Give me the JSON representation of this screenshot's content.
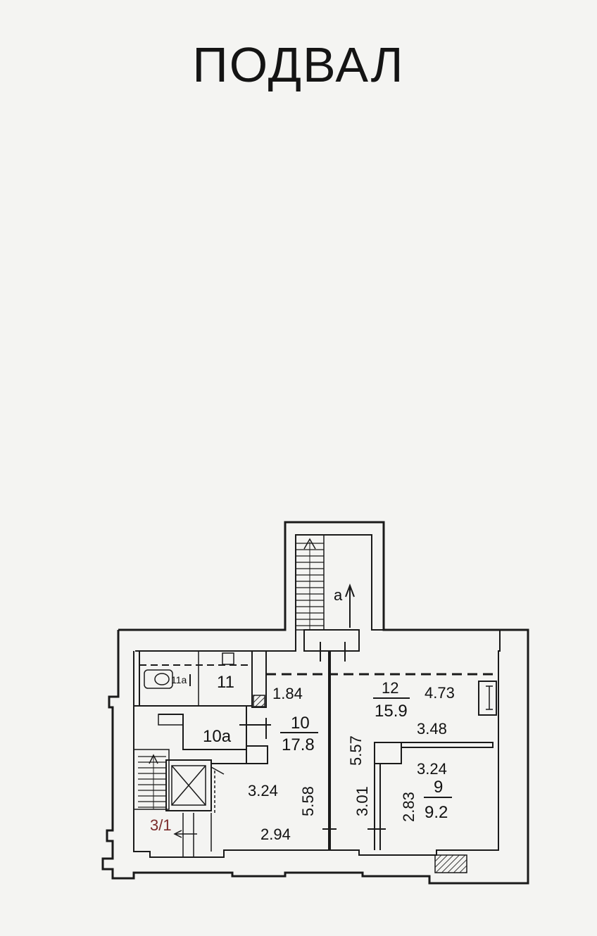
{
  "title": "ПОДВАЛ",
  "labels": {
    "stair_a": "а",
    "room_11a": "11а",
    "room_11": "11",
    "dim_1_84": "1.84",
    "room_12": "12",
    "area_12": "15.9",
    "dim_4_73": "4.73",
    "room_10a": "10а",
    "room_10": "10",
    "area_10": "17.8",
    "dim_5_57": "5.57",
    "dim_3_48": "3.48",
    "dim_3_24_left": "3.24",
    "dim_5_58": "5.58",
    "dim_3_01": "3.01",
    "dim_3_24_right": "3.24",
    "dim_2_83": "2.83",
    "room_9": "9",
    "area_9": "9.2",
    "stair_3_1": "3/1",
    "dim_2_94": "2.94"
  },
  "colors": {
    "ink": "#1a1a1a",
    "paper": "#f4f4f2",
    "stair_label": "#7a2b2b",
    "hatch": "#333333"
  }
}
